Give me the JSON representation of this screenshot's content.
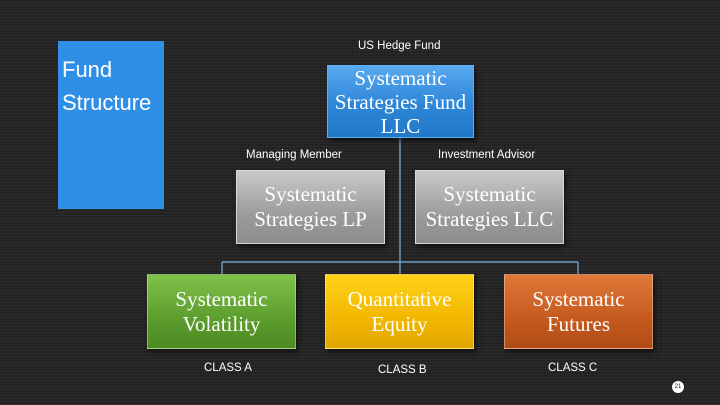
{
  "slide": {
    "title_lines": [
      "Fund",
      "Structure"
    ],
    "page_number": "21",
    "colors": {
      "background": "#242424",
      "title_box": "#2f8ee6",
      "connector": "#7db4e6",
      "top_node": "#2e86d8",
      "gray_node": "#9c9c9c",
      "green_node": "#5c9d2d",
      "yellow_node": "#f2b700",
      "orange_node": "#c65a1e"
    }
  },
  "diagram": {
    "top": {
      "caption": "US Hedge Fund",
      "lines": [
        "Systematic",
        "Strategies Fund",
        "LLC"
      ]
    },
    "managing_member": {
      "caption": "Managing Member",
      "lines": [
        "Systematic",
        "Strategies LP"
      ]
    },
    "investment_advisor": {
      "caption": "Investment Advisor",
      "lines": [
        "Systematic",
        "Strategies LLC"
      ]
    },
    "classes": [
      {
        "lines": [
          "Systematic",
          "Volatility"
        ],
        "caption": "CLASS A"
      },
      {
        "lines": [
          "Quantitative",
          "Equity"
        ],
        "caption": "CLASS B"
      },
      {
        "lines": [
          "Systematic",
          "Futures"
        ],
        "caption": "CLASS C"
      }
    ]
  }
}
